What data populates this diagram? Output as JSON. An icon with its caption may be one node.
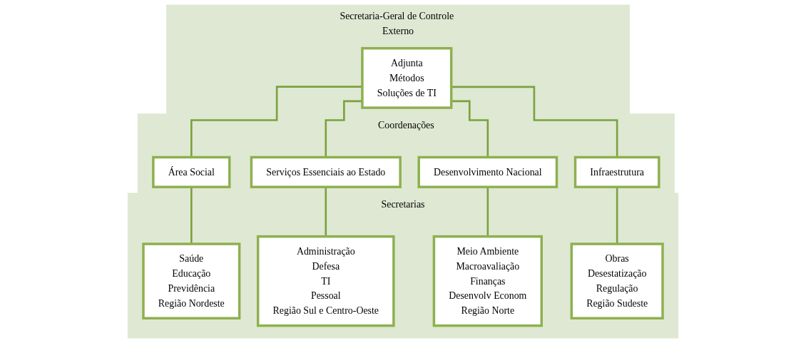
{
  "diagram": {
    "nodes": [
      {
        "text": [
          "Secretaria-Geral de Controle Externo"
        ]
      },
      {
        "text": [
          "Adjunta",
          "Métodos",
          "Soluções de TI"
        ],
        "in": 0
      },
      {
        "text": [
          "Coordenações"
        ]
      },
      {
        "text": [
          "Área Social"
        ],
        "in": 2
      },
      {
        "text": [
          "Serviços Essenciais ao Estado"
        ],
        "in": 2
      },
      {
        "text": [
          "Desenvolvimento Nacional"
        ],
        "in": 2
      },
      {
        "text": [
          "Infraestrutura"
        ],
        "in": 2
      },
      {
        "text": [
          "Secretarias"
        ]
      },
      {
        "text": [
          "Saúde",
          "Educação",
          "Previdência",
          "Região Nordeste"
        ],
        "in": 7
      },
      {
        "text": [
          "Administração",
          "Defesa",
          "TI",
          "Pessoal",
          "Região Sul e Centro-Oeste"
        ],
        "in": 7
      },
      {
        "text": [
          "Meio Ambiente",
          "Macroavaliação",
          "Finanças",
          "Desenvolv Econom",
          "Região Norte"
        ],
        "in": 7
      },
      {
        "text": [
          "Obras",
          "Desestatização",
          "Regulação",
          "Região Sudeste"
        ],
        "in": 7
      }
    ],
    "edges": [
      {
        "from": 1,
        "to": 3,
        "arrow": "none"
      },
      {
        "from": 1,
        "to": 4,
        "arrow": "none"
      },
      {
        "from": 1,
        "to": 5,
        "arrow": "none"
      },
      {
        "from": 1,
        "to": 6,
        "arrow": "none"
      },
      {
        "from": 3,
        "to": 8,
        "arrow": "none"
      },
      {
        "from": 4,
        "to": 9,
        "arrow": "none"
      },
      {
        "from": 5,
        "to": 10,
        "arrow": "none"
      },
      {
        "from": 6,
        "to": 11,
        "arrow": "none"
      }
    ]
  }
}
